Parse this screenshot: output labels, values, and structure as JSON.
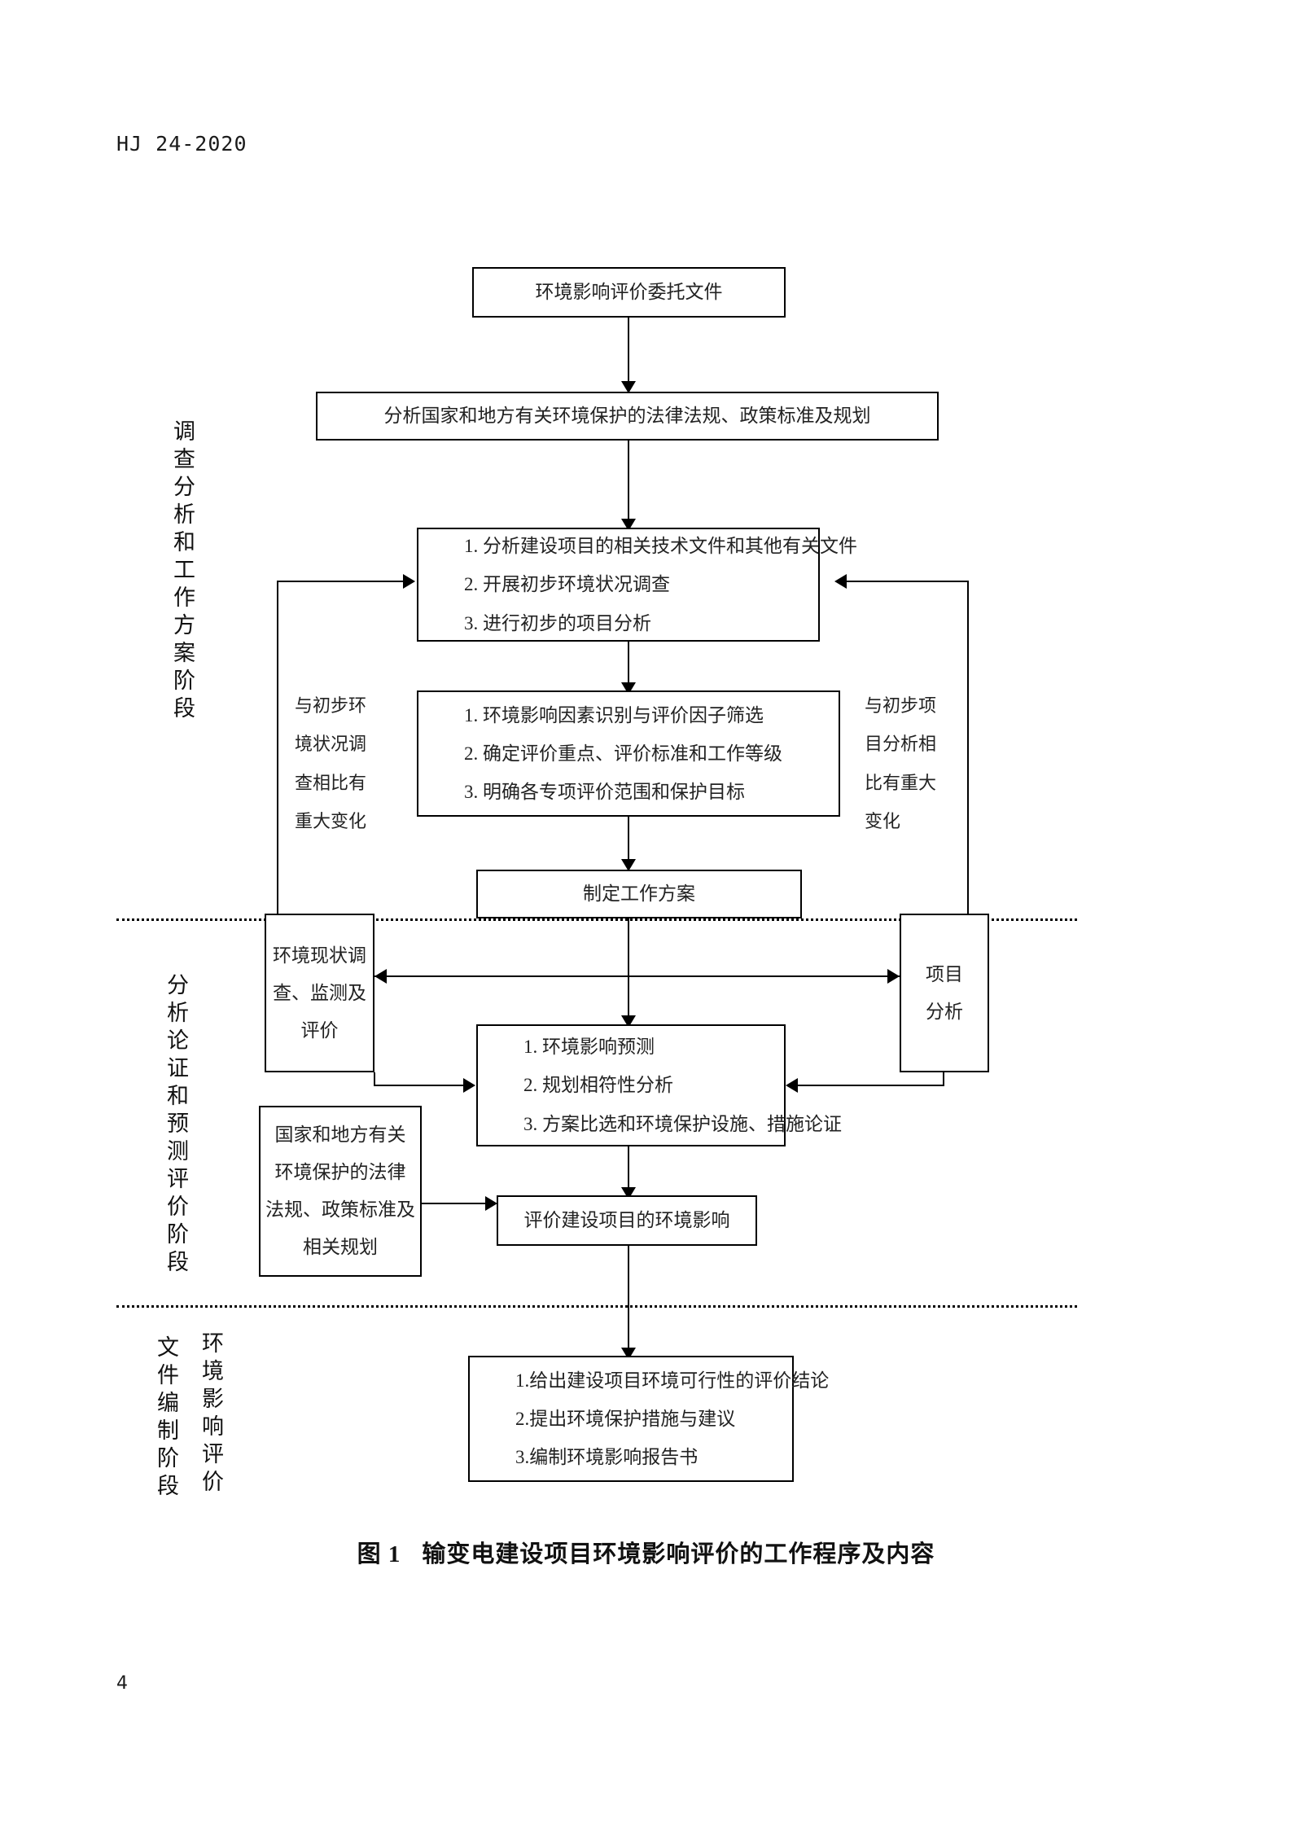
{
  "document": {
    "header": "HJ 24-2020",
    "page_number": "4",
    "figure_caption_label": "图 1",
    "figure_caption_title": "输变电建设项目环境影响评价的工作程序及内容"
  },
  "stage_labels": [
    {
      "id": "stage-1",
      "text": "调查分析和工作方案阶段"
    },
    {
      "id": "stage-2",
      "text": "分析论证和预测评价阶段"
    },
    {
      "id": "stage-3-right",
      "text": "环境影响评价"
    },
    {
      "id": "stage-3-left",
      "text": "文件编制阶段"
    }
  ],
  "nodes": {
    "commission": {
      "text": "环境影响评价委托文件"
    },
    "laws_analysis": {
      "text": "分析国家和地方有关环境保护的法律法规、政策标准及规划"
    },
    "preliminary": {
      "items": [
        "1. 分析建设项目的相关技术文件和其他有关文件",
        "2. 开展初步环境状况调查",
        "3. 进行初步的项目分析"
      ]
    },
    "factors": {
      "items": [
        "1. 环境影响因素识别与评价因子筛选",
        "2. 确定评价重点、评价标准和工作等级",
        "3. 明确各专项评价范围和保护目标"
      ]
    },
    "work_plan": {
      "text": "制定工作方案"
    },
    "status_survey": {
      "lines": [
        "环境现状调",
        "查、监测及",
        "评价"
      ]
    },
    "project_analysis": {
      "lines": [
        "项目",
        "分析"
      ]
    },
    "prediction": {
      "items": [
        "1. 环境影响预测",
        "2. 规划相符性分析",
        "3. 方案比选和环境保护设施、措施论证"
      ]
    },
    "legal_basis": {
      "lines": [
        "国家和地方有关",
        "环境保护的法律",
        "法规、政策标准及",
        "相关规划"
      ]
    },
    "evaluate_impact": {
      "text": "评价建设项目的环境影响"
    },
    "conclusion": {
      "items": [
        "1.给出建设项目环境可行性的评价结论",
        "2.提出环境保护措施与建议",
        "3.编制环境影响报告书"
      ]
    }
  },
  "annotations": {
    "left_feedback": {
      "lines": [
        "与初步环",
        "境状况调",
        "查相比有",
        "重大变化"
      ]
    },
    "right_feedback": {
      "lines": [
        "与初步项",
        "目分析相",
        "比有重大",
        "变化"
      ]
    }
  }
}
